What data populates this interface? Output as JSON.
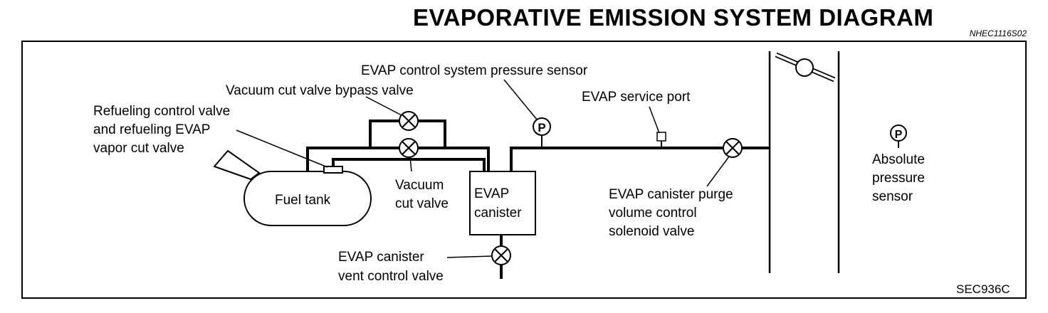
{
  "header": {
    "title": "EVAPORATIVE EMISSION SYSTEM DIAGRAM",
    "doc_code": "NHEC1116S02"
  },
  "footer": {
    "figure_code": "SEC936C"
  },
  "components": {
    "fuel_tank": "Fuel tank",
    "evap_canister": [
      "EVAP",
      "canister"
    ],
    "absolute_pressure_sensor": [
      "Absolute",
      "pressure",
      "sensor"
    ],
    "pressure_sensor_symbol": "P"
  },
  "labels": {
    "evap_pressure_sensor": "EVAP control system pressure sensor",
    "vacuum_bypass_valve": "Vacuum cut valve bypass valve",
    "refueling_valve": [
      "Refueling control valve",
      "and refueling EVAP",
      "vapor cut valve"
    ],
    "vacuum_cut_valve": [
      "Vacuum",
      "cut valve"
    ],
    "service_port": "EVAP service port",
    "purge_valve": [
      "EVAP canister purge",
      "volume control",
      "solenoid valve"
    ],
    "vent_valve": [
      "EVAP canister",
      "vent control valve"
    ]
  }
}
